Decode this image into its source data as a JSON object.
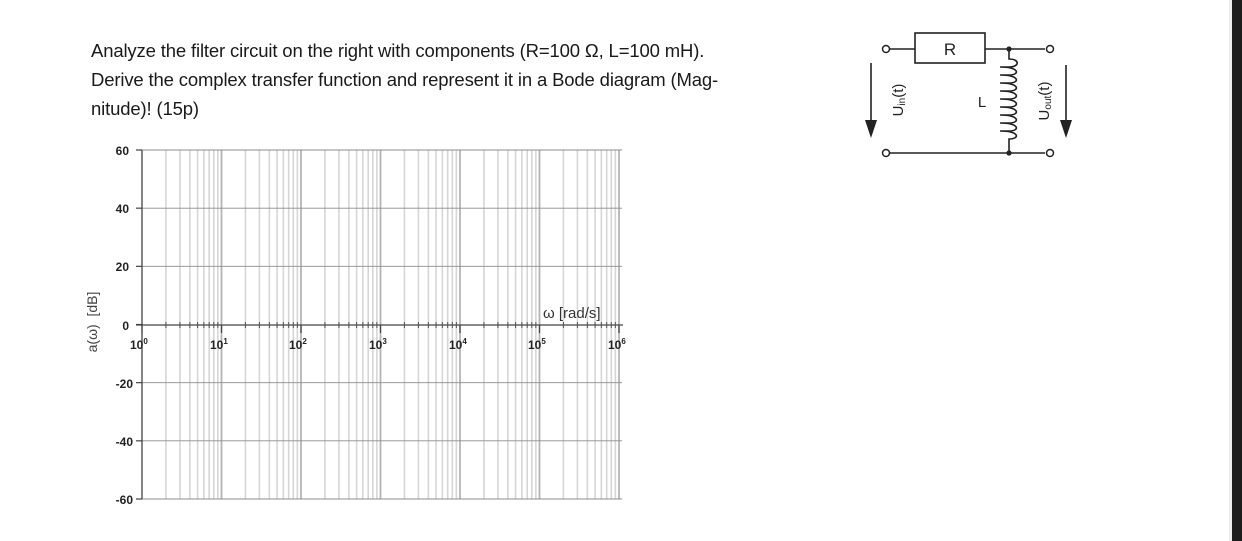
{
  "problem": {
    "line1": "Analyze the filter circuit on the right with components (R=100 Ω, L=100 mH).",
    "line2": "Derive the complex transfer function and represent it in a Bode diagram (Mag-",
    "line3": "nitude)! (15p)"
  },
  "circuit": {
    "resistor_label": "R",
    "inductor_label": "L",
    "input_voltage_label": "U",
    "input_voltage_sub": "in",
    "input_voltage_suffix": "(t)",
    "output_voltage_label": "U",
    "output_voltage_sub": "out",
    "output_voltage_suffix": "(t)",
    "components": {
      "R": "100 Ω",
      "L": "100 mH"
    }
  },
  "chart_data": {
    "type": "line",
    "title": "",
    "xlabel": "ω [rad/s]",
    "ylabel": "a(ω)  [dB]",
    "xscale": "log",
    "xlim": [
      1,
      1000000
    ],
    "ylim": [
      -60,
      60
    ],
    "x_ticks": [
      "10^0",
      "10^1",
      "10^2",
      "10^3",
      "10^4",
      "10^5",
      "10^6"
    ],
    "y_ticks": [
      60,
      40,
      20,
      0,
      -20,
      -40,
      -60
    ],
    "grid": true,
    "series": [],
    "note": "Empty Bode magnitude grid to be filled in"
  },
  "axis": {
    "y_tick_labels": [
      "60",
      "40",
      "20",
      "0",
      "-20",
      "-40",
      "-60"
    ],
    "x_tick_base": "10",
    "x_tick_exps": [
      "0",
      "1",
      "2",
      "3",
      "4",
      "5",
      "6"
    ],
    "x_label": "ω [rad/s]",
    "y_label": "a(ω)  [dB]"
  }
}
